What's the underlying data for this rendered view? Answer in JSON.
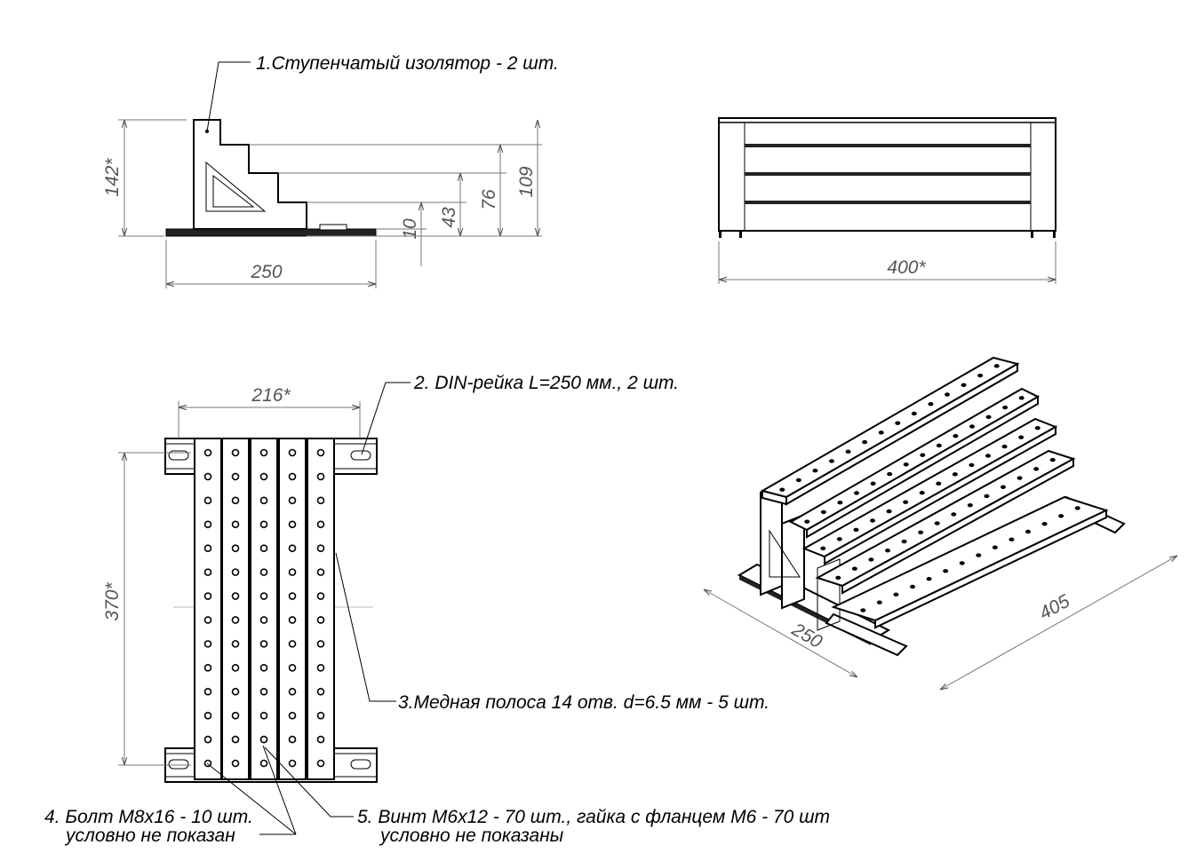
{
  "callouts": {
    "insulator": "1.Ступенчатый изолятор - 2 шт.",
    "din_rail": "2. DIN-рейка L=250 мм., 2 шт.",
    "copper_strip": "3.Медная полоса 14 отв. d=6.5 мм - 5 шт.",
    "bolt_line1": "4. Болт М8х16 - 10 шт.",
    "bolt_line2": "условно не показан",
    "screw_line1": "5. Винт М6х12 - 70 шт., гайка с фланцем М6 - 70 шт",
    "screw_line2": "условно не показаны"
  },
  "dimensions": {
    "side_height": "142*",
    "side_width": "250",
    "step1": "10",
    "step2": "43",
    "step3": "76",
    "step4": "109",
    "front_width": "400*",
    "top_width": "216*",
    "top_length": "370*",
    "iso_depth": "250",
    "iso_length": "405"
  },
  "strip_holes": 14,
  "strip_count": 5
}
